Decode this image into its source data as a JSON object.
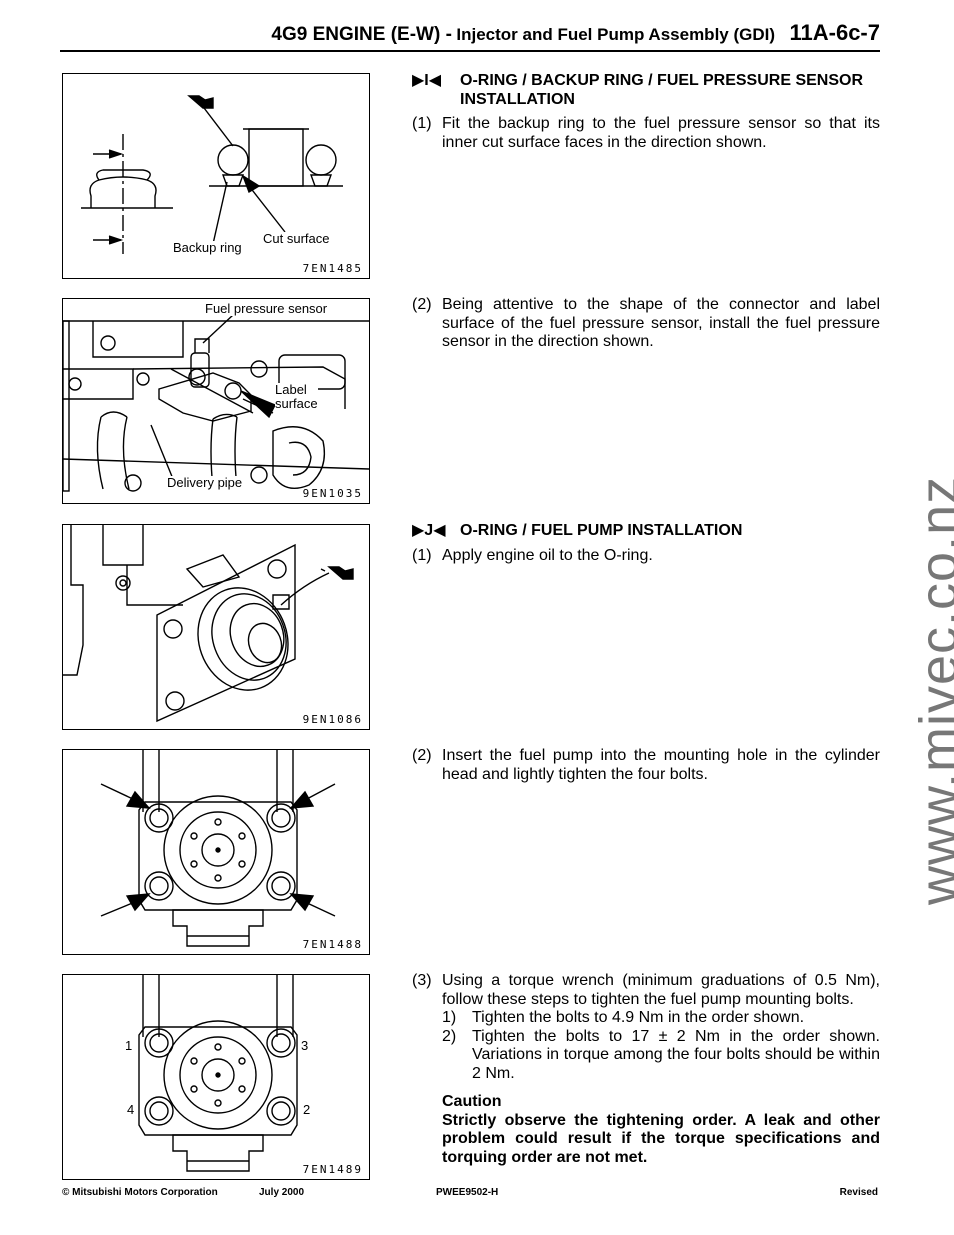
{
  "header": {
    "engine": "4G9 ENGINE (E-W) -",
    "section": "Injector and Fuel Pump Assembly (GDI)",
    "page_number": "11A-6c-7"
  },
  "figures": [
    {
      "code": "7EN1485",
      "labels": {
        "backup_ring": "Backup ring",
        "cut_surface": "Cut surface"
      }
    },
    {
      "code": "9EN1035",
      "labels": {
        "fuel_pressure_sensor": "Fuel pressure sensor",
        "label_surface": "Label\nsurface",
        "delivery_pipe": "Delivery pipe"
      }
    },
    {
      "code": "9EN1086"
    },
    {
      "code": "7EN1488"
    },
    {
      "code": "7EN1489",
      "bolt_numbers": [
        "1",
        "3",
        "4",
        "2"
      ]
    }
  ],
  "section_i": {
    "symbol": "▶I◀",
    "title": "O-RING / BACKUP RING / FUEL PRESSURE SENSOR INSTALLATION",
    "steps": [
      {
        "num": "(1)",
        "text": "Fit the backup ring to the fuel pressure sensor so that its inner cut surface faces in the direction shown."
      },
      {
        "num": "(2)",
        "text": "Being attentive to the shape of the connector and label surface of the fuel pressure sensor, install the fuel pressure sensor in the direction shown."
      }
    ]
  },
  "section_j": {
    "symbol": "▶J◀",
    "title": "O-RING / FUEL PUMP INSTALLATION",
    "steps": [
      {
        "num": "(1)",
        "text": "Apply engine oil to the O-ring."
      },
      {
        "num": "(2)",
        "text": "Insert the fuel pump into the mounting hole in the cylinder head and lightly tighten the four bolts."
      },
      {
        "num": "(3)",
        "text": "Using a torque wrench (minimum graduations of 0.5 Nm), follow these steps to tighten the fuel pump mounting bolts."
      }
    ],
    "substeps": [
      {
        "num": "1)",
        "text": "Tighten the bolts to 4.9 Nm in the order shown."
      },
      {
        "num": "2)",
        "text": "Tighten the bolts to 17 ± 2 Nm in the order shown. Variations in torque among the four bolts should be within 2 Nm."
      }
    ],
    "caution_title": "Caution",
    "caution_text": "Strictly observe the tightening order. A leak and other problem could result if the torque specifications and torquing order are not met."
  },
  "watermark": "www.mivec.co.nz",
  "footer": {
    "copyright": "© Mitsubishi Motors Corporation",
    "date": "July 2000",
    "doc_id": "PWEE9502-H",
    "status": "Revised"
  }
}
